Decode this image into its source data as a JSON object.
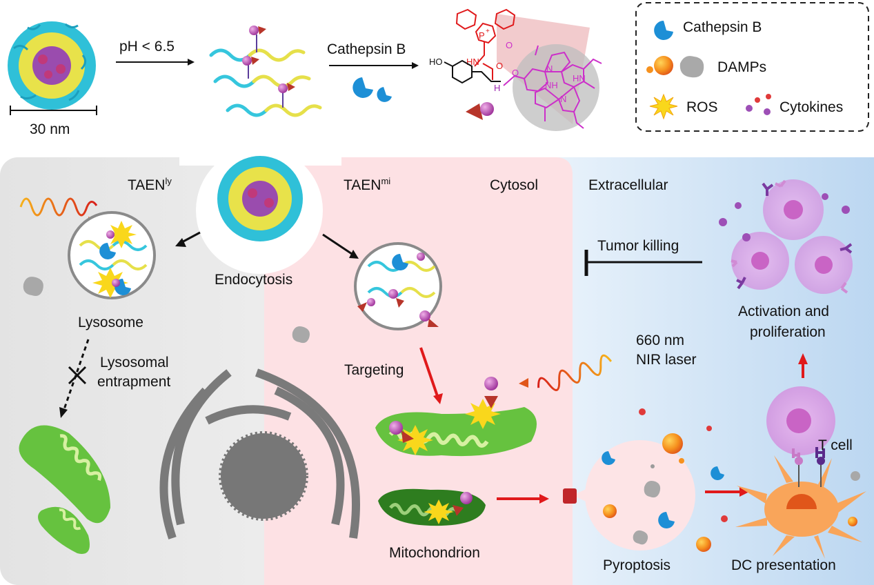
{
  "top": {
    "scale_bar": "30 nm",
    "ph_arrow": "pH < 6.5",
    "enzyme_arrow": "Cathepsin B",
    "chem_ho": "HO",
    "chem_hn": "HN",
    "chem_h": "H",
    "chem_p": "P",
    "chem_plus": "+",
    "chem_o_carbonyl": "O",
    "chem_o_amide": "O",
    "chem_o_ring": "O",
    "chem_nh": "NH",
    "chem_n1": "N",
    "chem_hn2": "HN",
    "chem_n2": "N"
  },
  "legend": {
    "items": [
      "Cathepsin B",
      "DAMPs",
      "ROS",
      "Cytokines"
    ]
  },
  "panels": {
    "taen_ly": "TAEN",
    "taen_ly_sup": "ly",
    "taen_mi": "TAEN",
    "taen_mi_sup": "mi",
    "cytosol": "Cytosol",
    "extracellular": "Extracellular"
  },
  "labels": {
    "endocytosis": "Endocytosis",
    "lysosome": "Lysosome",
    "lysosomal_1": "Lysosomal",
    "lysosomal_2": "entrapment",
    "targeting": "Targeting",
    "mitochondrion": "Mitochondrion",
    "laser_1": "660 nm",
    "laser_2": "NIR laser",
    "tumor_killing": "Tumor killing",
    "activation_1": "Activation and",
    "activation_2": "proliferation",
    "tcell": "T cell",
    "pyroptosis": "Pyroptosis",
    "dc_presentation": "DC presentation"
  },
  "colors": {
    "lysosome_panel": "#e6e6e6",
    "cytosol_panel": "#fde0e3",
    "extracellular_panel": "#cfe3f5",
    "red_arrow": "#e0191b",
    "mito_green": "#6ac045",
    "micelle_cyan": "#35c6dc",
    "micelle_yellow": "#e8e84a",
    "immune_purple": "#d9a8e8"
  }
}
